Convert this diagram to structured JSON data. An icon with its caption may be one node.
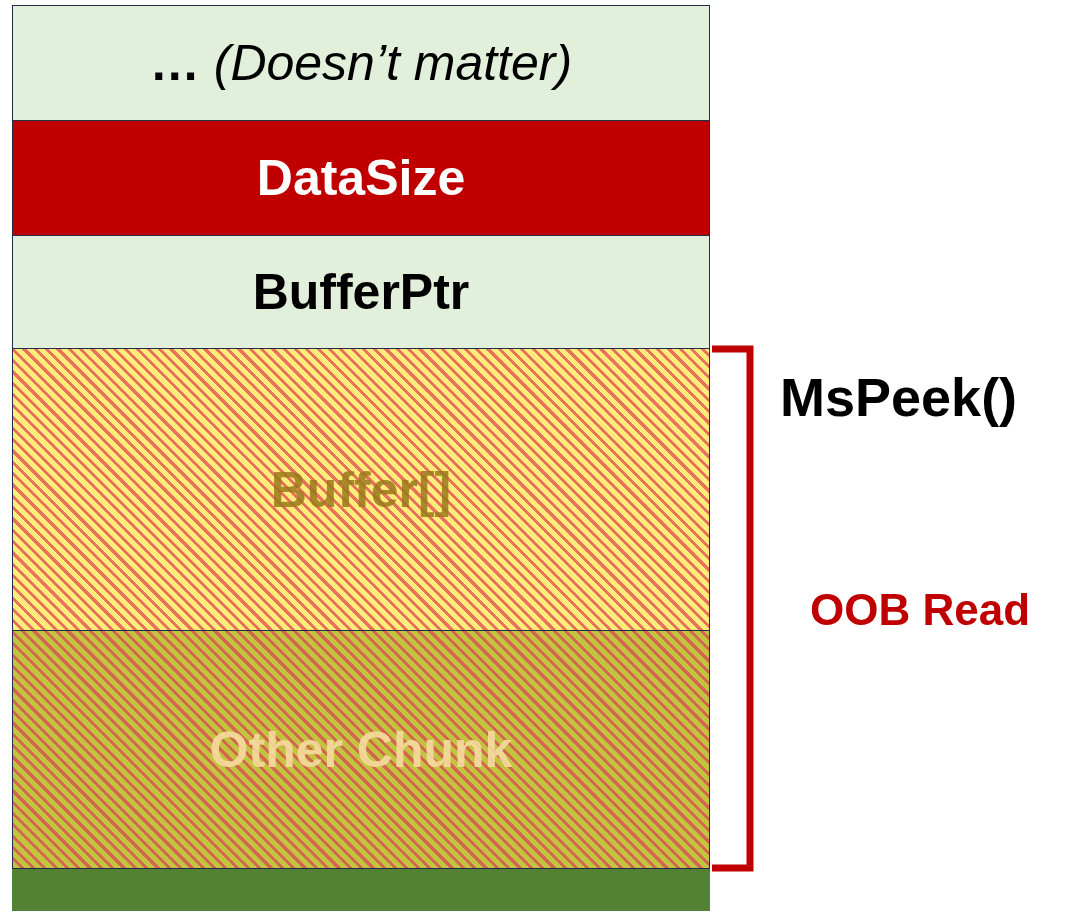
{
  "diagram": {
    "nodes": [
      {
        "text": [
          "**…** *(Doesn’t matter)*"
        ]
      },
      {
        "text": [
          "DataSize"
        ]
      },
      {
        "text": [
          "BufferPtr"
        ]
      },
      {
        "text": [
          "Buffer[]"
        ]
      },
      {
        "text": [
          "Other Chunk"
        ]
      },
      {
        "text": [],
        "shape": "bar"
      }
    ],
    "labels": [
      "MsPeek()",
      "OOB Read"
    ]
  }
}
